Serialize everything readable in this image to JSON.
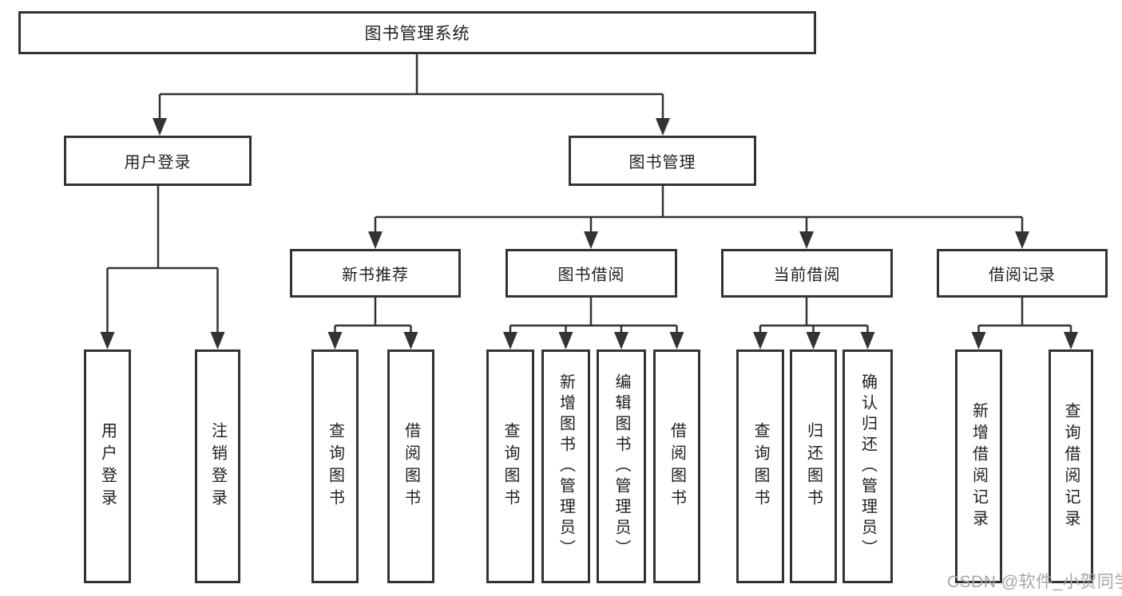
{
  "tree": {
    "root": "图书管理系统",
    "level2": [
      "用户登录",
      "图书管理"
    ],
    "level3": [
      "新书推荐",
      "图书借阅",
      "当前借阅",
      "借阅记录"
    ],
    "leaves": [
      "用户登录",
      "注销登录",
      "查询图书",
      "借阅图书",
      "查询图书",
      "新增图书（管理员）",
      "编辑图书（管理员）",
      "借阅图书",
      "查询图书",
      "归还图书",
      "确认归还（管理员）",
      "新增借阅记录",
      "查询借阅记录"
    ]
  },
  "watermark": "CSDN @软件_小贺同学",
  "colors": {
    "line": "#333333",
    "box_border": "#333333",
    "text": "#1f1f1f",
    "background": "#ffffff",
    "watermark": "#a6a6a6"
  }
}
